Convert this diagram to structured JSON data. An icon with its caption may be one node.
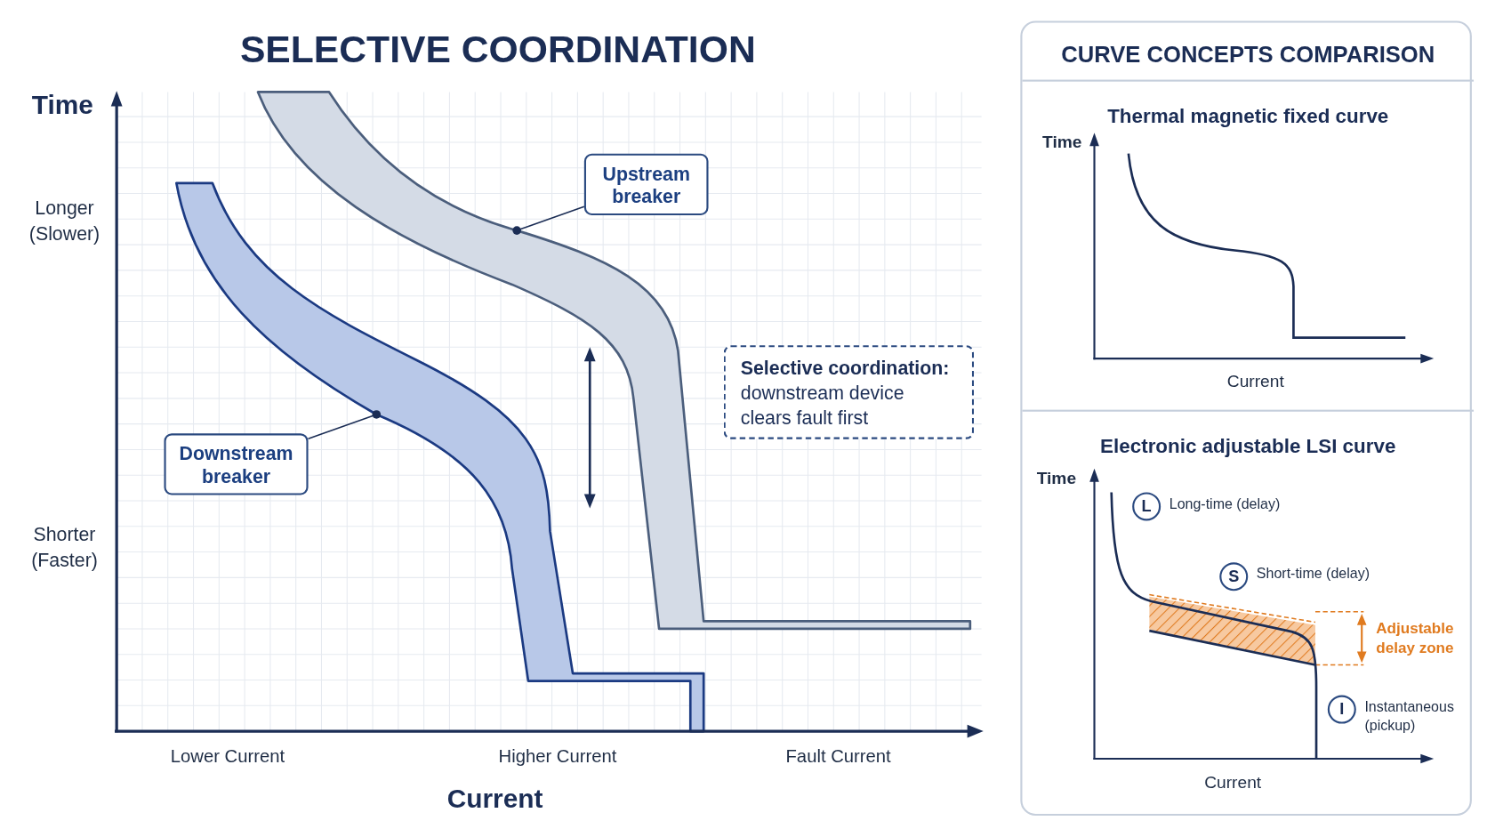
{
  "diagram": {
    "title": "SELECTIVE COORDINATION",
    "nodes": [
      {
        "text": [
          "Upstream breaker"
        ]
      },
      {
        "text": [],
        "shape": "band"
      },
      {
        "text": [
          "Downstream breaker"
        ]
      },
      {
        "text": [],
        "shape": "band"
      },
      {
        "text": [
          "Selective coordination:",
          "downstream device clears fault first"
        ]
      },
      {
        "text": [
          "CURVE CONCEPTS COMPARISON"
        ]
      },
      {
        "text": [
          "Thermal magnetic fixed curve"
        ],
        "in": 5
      },
      {
        "text": [
          "Electronic adjustable LSI curve"
        ],
        "in": 5
      },
      {
        "text": [
          "L"
        ],
        "beside": [
          "Long-time (delay)"
        ],
        "in": 7
      },
      {
        "text": [
          "S"
        ],
        "beside": [
          "Short-time (delay)"
        ],
        "in": 7
      },
      {
        "text": [
          "I"
        ],
        "beside": [
          "Instantaneous (pickup)"
        ],
        "in": 7
      }
    ],
    "edges": [
      {
        "from": 0,
        "to": 1,
        "arrow": "other"
      },
      {
        "from": 2,
        "to": 3,
        "arrow": "other"
      }
    ],
    "labels": [
      "Time",
      "Longer (Slower)",
      "Shorter (Faster)",
      "Lower Current",
      "Higher Current",
      "Fault Current",
      "Current",
      "Time",
      "Current",
      "Time",
      "Adjustable delay zone",
      "Current"
    ]
  }
}
